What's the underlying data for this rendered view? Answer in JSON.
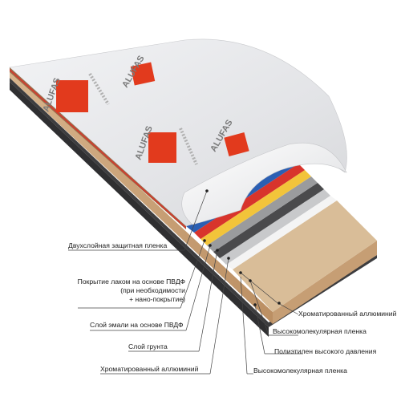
{
  "diagram": {
    "brand_stamp_text": "ALUFAS",
    "colors": {
      "film": "#e9eaec",
      "film_fold": "#f5f6f7",
      "logo_red": "#e23a1d",
      "blue_layer": "#2b5fb3",
      "red_layer": "#d8342c",
      "yellow_layer": "#f2c43a",
      "grey_layer": "#9a9b9d",
      "dark_core": "#4a4a4c",
      "wood_core": "#c9a37b",
      "wood_core_dark": "#b4875d"
    },
    "labels_left": [
      {
        "text": "Двухслойная защитная пленка"
      },
      {
        "text": "Покрытие лаком на основе ПВДФ"
      },
      {
        "text": "(при необходимости"
      },
      {
        "text": "+ нано-покрытие)"
      },
      {
        "text": "Слой эмали на основе ПВДФ"
      },
      {
        "text": "Слой грунта"
      },
      {
        "text": "Хроматированный аллюминий"
      }
    ],
    "labels_right": [
      {
        "text": "Хроматированный аллюминий"
      },
      {
        "text": "Высокомолекулярная пленка"
      },
      {
        "text": "Полиэтилен высокого давления"
      },
      {
        "text": "Высокомолекулярная пленка"
      }
    ]
  }
}
